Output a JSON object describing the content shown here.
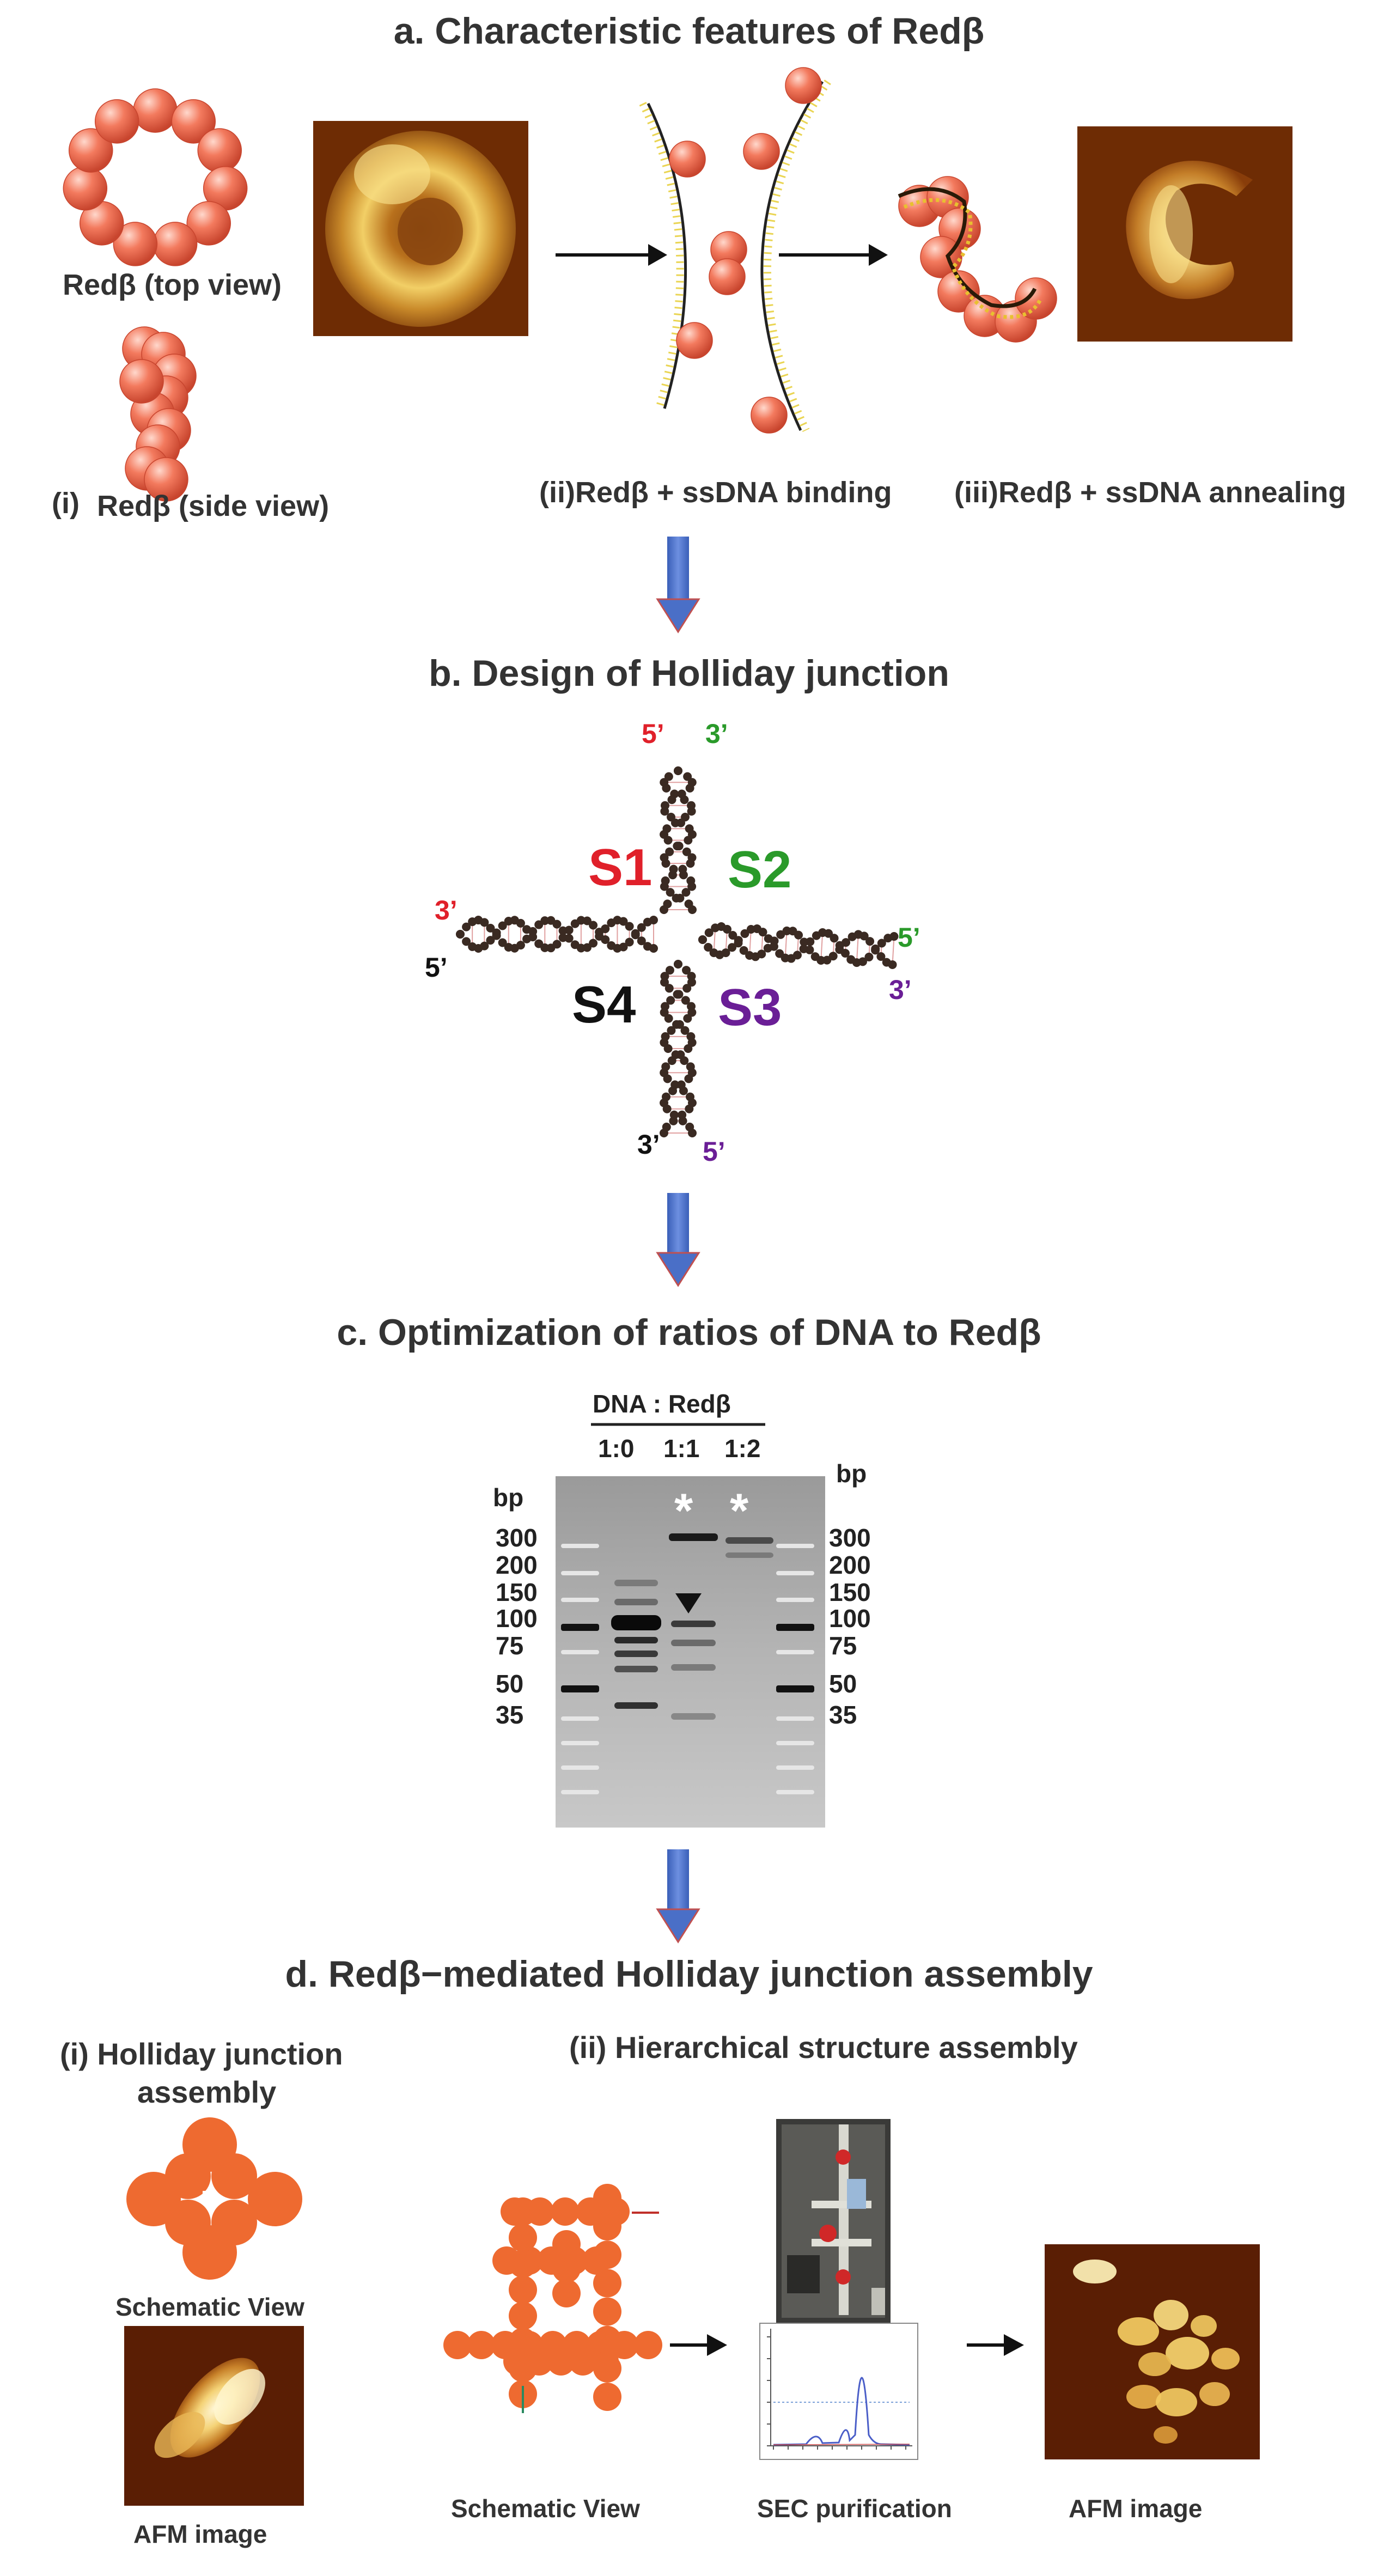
{
  "panel_a": {
    "title": "a. Characteristic features of Redβ",
    "top_view": "Redβ (top view)",
    "side_view_prefix": "(i)",
    "side_view": "Redβ (side view)",
    "binding": "(ii)Redβ + ssDNA binding",
    "annealing": "(iii)Redβ + ssDNA annealing"
  },
  "panel_b": {
    "title": "b. Design of Holliday junction",
    "strands": {
      "s1": "S1",
      "s2": "S2",
      "s3": "S3",
      "s4": "S4"
    },
    "ends": {
      "five": "5’",
      "three": "3’"
    }
  },
  "panel_c": {
    "title": "c. Optimization of ratios of DNA to Redβ",
    "header": "DNA : Redβ",
    "lanes": [
      "1:0",
      "1:1",
      "1:2"
    ],
    "unit": "bp",
    "ladder_left": [
      "300",
      "200",
      "150",
      "100",
      "75",
      "50",
      "35"
    ],
    "ladder_right": [
      "300",
      "200",
      "150",
      "100",
      "75",
      "50",
      "35"
    ],
    "asterisk": "*"
  },
  "panel_d": {
    "title": "d. Redβ−mediated Holliday junction assembly",
    "sub_i_line1": "(i) Holliday junction",
    "sub_i_line2": "assembly",
    "sub_ii": "(ii) Hierarchical structure assembly",
    "schematic_view_i": "Schematic View",
    "afm_i": "AFM image",
    "schematic_view_ii": "Schematic View",
    "sec": "SEC purification",
    "afm_ii": "AFM image"
  },
  "colors": {
    "bead": "#ee6a4e",
    "arrow_blue": "#4a6fc7",
    "s1": "#e0202a",
    "s2": "#2a9a2a",
    "s3": "#6a1e96",
    "s4": "#111111",
    "assembly_orange": "#ee6a30"
  }
}
